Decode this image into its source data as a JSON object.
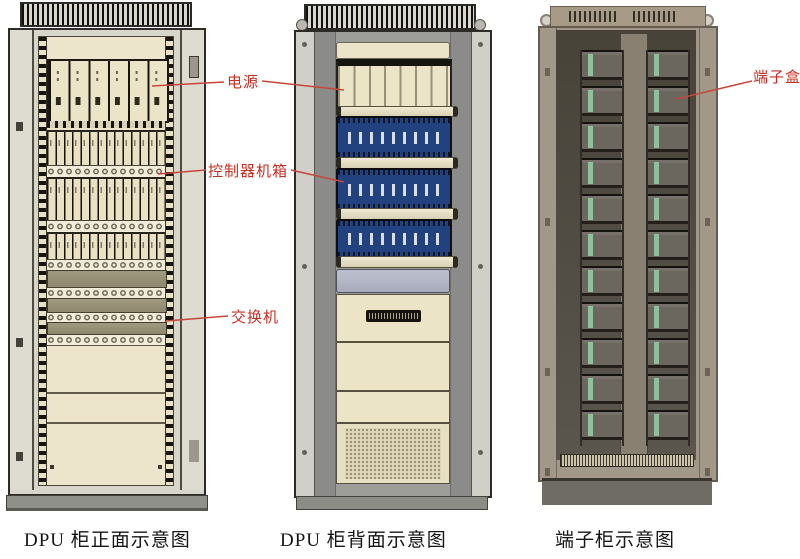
{
  "figures": [
    {
      "id": "dpu-front",
      "caption": "DPU 柜正面示意图"
    },
    {
      "id": "dpu-back",
      "caption": "DPU 柜背面示意图"
    },
    {
      "id": "terminal-cabinet",
      "caption": "端子柜示意图"
    }
  ],
  "annotations": {
    "power": "电源",
    "controller": "控制器机箱",
    "switch": "交换机",
    "terminal_box": "端子盒"
  },
  "colors": {
    "annotation_red": "#c62f22",
    "front_panel_cream": "#ece4c9",
    "switch_panel_olive": "#97917a",
    "chassis_navy": "#21427e",
    "back_panel_lavender": "#b3b7c6",
    "terminal_cabinet_tan": "#a2988a",
    "terminal_strip_green": "#8fc09a",
    "base_gray": "#8c8c86"
  }
}
